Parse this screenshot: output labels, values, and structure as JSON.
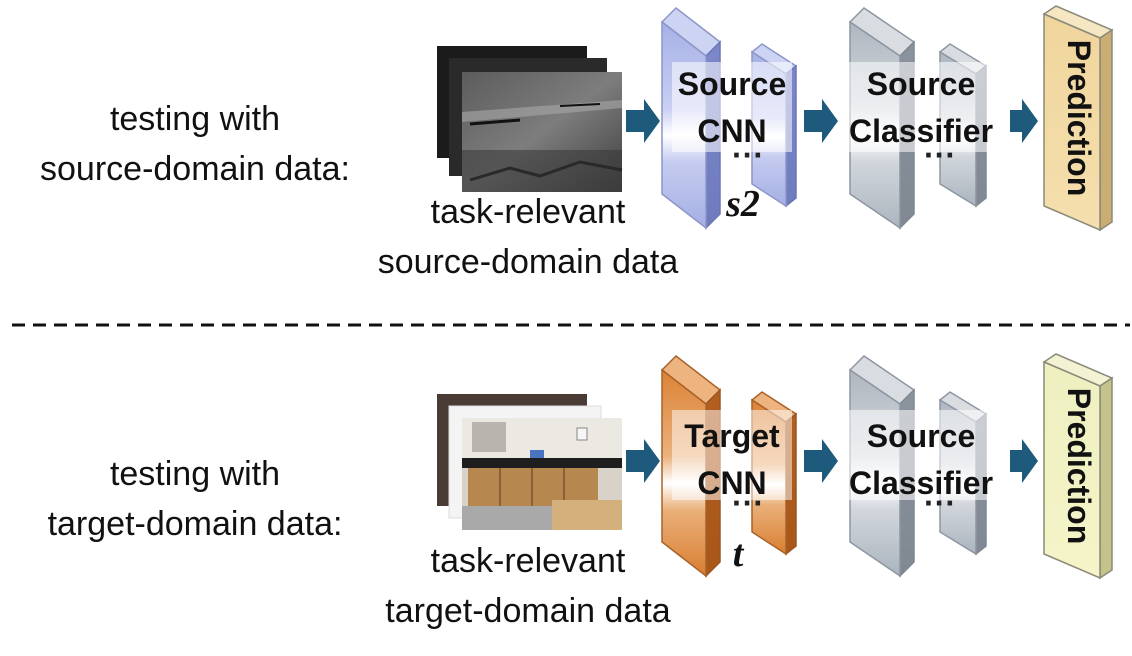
{
  "source_row": {
    "caption_line1": "testing with",
    "caption_line2": "source-domain data:",
    "data_label_line1": "task-relevant",
    "data_label_line2": "source-domain data",
    "cnn_line1": "Source",
    "cnn_line2": "CNN",
    "cnn_symbol": "s2",
    "classifier_line1": "Source",
    "classifier_line2": "Classifier",
    "prediction": "Prediction",
    "dots": "···"
  },
  "target_row": {
    "caption_line1": "testing with",
    "caption_line2": "target-domain data:",
    "data_label_line1": "task-relevant",
    "data_label_line2": "target-domain data",
    "cnn_line1": "Target",
    "cnn_line2": "CNN",
    "cnn_symbol": "t",
    "classifier_line1": "Source",
    "classifier_line2": "Classifier",
    "prediction": "Prediction",
    "dots": "···"
  },
  "colors": {
    "source_cnn": "#a9b4e8",
    "target_cnn": "#e08a3c",
    "classifier": "#b3bcc6",
    "prediction_top": "#f1d59a",
    "prediction_bottom": "#f3f2b8",
    "arrow": "#1d5a7c"
  }
}
